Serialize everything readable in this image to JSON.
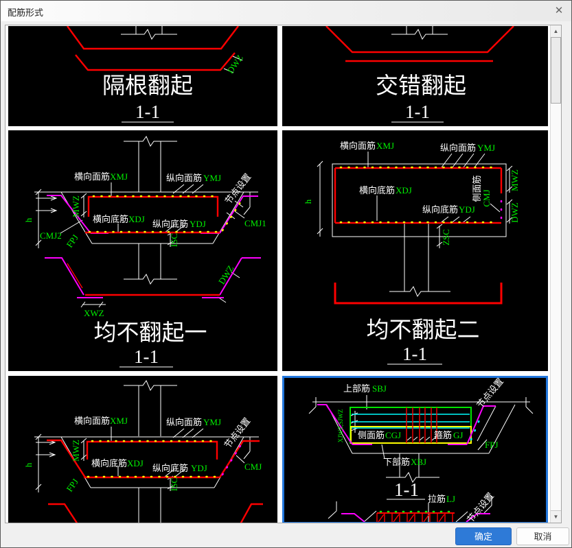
{
  "dialog": {
    "title": "配筋形式",
    "close_icon": "✕"
  },
  "footer": {
    "ok": "确定",
    "cancel": "取消"
  },
  "scrollbar": {
    "up_icon": "▲",
    "down_icon": "▼"
  },
  "colors": {
    "accent_blue": "#2e7ad7",
    "selected_border": "#2277dd",
    "rebar_red": "#fe0000",
    "label_green": "#00f000",
    "magenta": "#ff00ff",
    "yellow": "#ffff00",
    "cyan": "#00ffff"
  },
  "panels": {
    "p1": {
      "title": "隔根翻起",
      "section": "1-1",
      "dwz": "DWZ"
    },
    "p2": {
      "title": "交错翻起",
      "section": "1-1"
    },
    "p3": {
      "title": "均不翻起一",
      "section": "1-1",
      "xmj_cn": "横向面筋",
      "xmj": "XMJ",
      "ymj_cn": "纵向面筋",
      "ymj": "YMJ",
      "xdj_cn": "横向底筋",
      "xdj": "XDJ",
      "ydj_cn": "纵向底筋",
      "ydj": "YDJ",
      "mwz": "MWZ",
      "h": "h",
      "cmj2": "CMJ2",
      "cmj1": "CMJ1",
      "fpj": "FPJ",
      "node": "节点设置",
      "isc": "ISC",
      "xwz": "XWZ",
      "dwz": "DWZ"
    },
    "p4": {
      "title": "均不翻起二",
      "section": "1-1",
      "xmj_cn": "横向面筋",
      "xmj": "XMJ",
      "ymj_cn": "纵向面筋",
      "ymj": "YMJ",
      "xdj_cn": "横向底筋",
      "xdj": "XDJ",
      "ydj_cn": "纵向底筋",
      "ydj": "YDJ",
      "cmj_cn": "侧面筋",
      "cmj": "CMJ",
      "h": "h",
      "mwz": "MWZ",
      "dwz": "DWZ",
      "zsc": "ZSC"
    },
    "p5": {
      "xmj_cn": "横向面筋",
      "xmj": "XMJ",
      "ymj_cn": "纵向面筋",
      "ymj": "YMJ",
      "xdj_cn": "横向底筋",
      "xdj": "XDJ",
      "ydj_cn": "纵向底筋",
      "ydj": "YDJ",
      "mwz": "MWZ",
      "h": "h",
      "cmj": "CMJ",
      "fpj": "FPJ",
      "node": "节点设置",
      "isc": "ISC"
    },
    "p6": {
      "section": "1-1",
      "sbj_cn": "上部筋",
      "sbj": "SBJ",
      "cgj_cn": "侧面筋",
      "cgj": "CGJ",
      "gj_cn": "箍筋",
      "gj": "GJ",
      "xbj_cn": "下部筋",
      "xbj": "XBJ",
      "fpj": "FPJ",
      "node": "节点设置",
      "wz": "XJWZ,SJWZ",
      "lj_cn": "拉筋",
      "lj": "LJ"
    }
  }
}
